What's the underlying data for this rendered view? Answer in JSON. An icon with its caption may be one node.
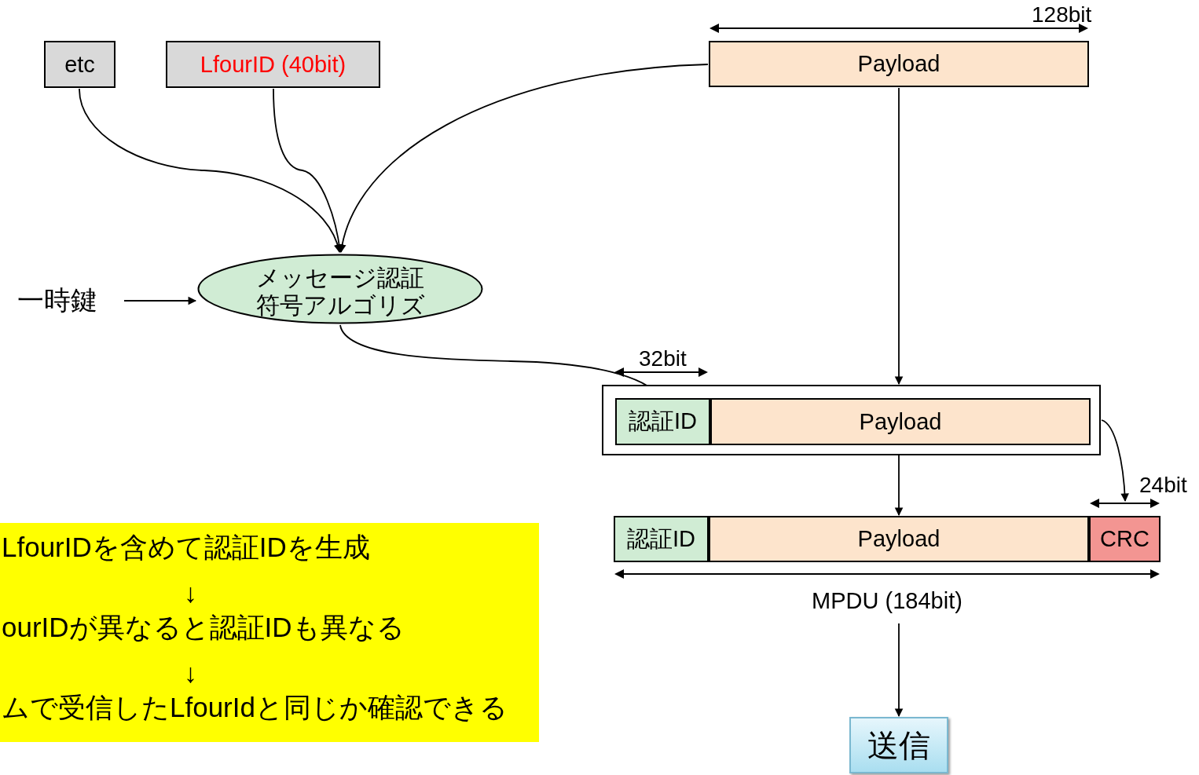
{
  "diagram": {
    "nodes": [
      {
        "text": [
          "etc"
        ]
      },
      {
        "text": [
          "LfourID (40bit)"
        ]
      },
      {
        "text": [
          "Payload"
        ]
      },
      {
        "text": [
          "メッセージ認証符号アルゴリズ"
        ]
      },
      {
        "text": [
          "一時鍵"
        ]
      },
      {
        "text": [],
        "shape": "box"
      },
      {
        "text": [
          "認証ID"
        ],
        "in": 5
      },
      {
        "text": [
          "Payload"
        ],
        "in": 5
      },
      {
        "text": [
          "認証ID"
        ]
      },
      {
        "text": [
          "Payload"
        ]
      },
      {
        "text": [
          "CRC"
        ]
      },
      {
        "text": [
          "MPDU (184bit)"
        ]
      },
      {
        "text": [
          "送信"
        ]
      },
      {
        "text": [
          "LfourIDを含めて認証IDを生成",
          "↓",
          "ourIDが異なると認証IDも異なる",
          "↓",
          "ムで受信したLfourIdと同じか確認できる"
        ]
      }
    ],
    "edges": [
      {
        "from": 0,
        "to": 3,
        "arrow": "to"
      },
      {
        "from": 1,
        "to": 3,
        "arrow": "to"
      },
      {
        "from": 2,
        "to": 3,
        "arrow": "to"
      },
      {
        "from": 4,
        "to": 3,
        "arrow": "to"
      },
      {
        "from": 3,
        "to": 6,
        "arrow": "to"
      },
      {
        "from": 2,
        "to": 5,
        "arrow": "to"
      },
      {
        "from": 7,
        "to": 9,
        "arrow": "to"
      },
      {
        "from": 5,
        "to": 10,
        "arrow": "to"
      },
      {
        "from": 11,
        "to": 12,
        "arrow": "to"
      }
    ],
    "labels": [
      "128bit",
      "32bit",
      "24bit"
    ]
  }
}
